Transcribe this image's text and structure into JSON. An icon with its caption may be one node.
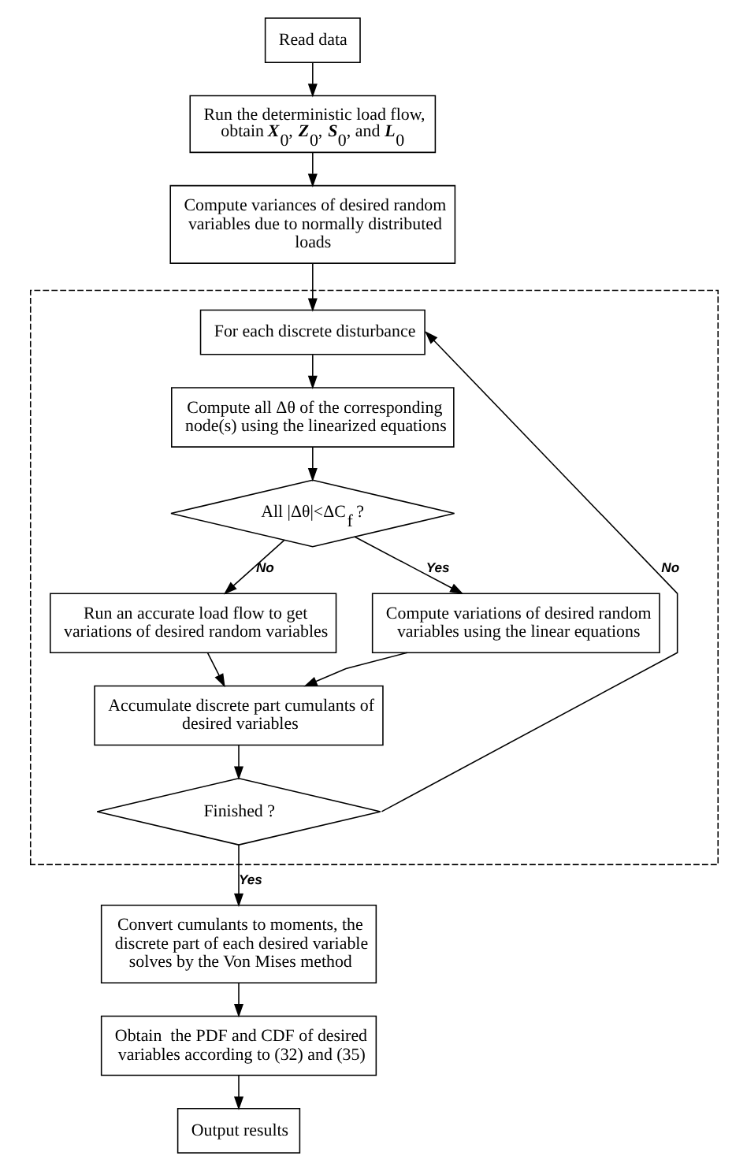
{
  "diagram": {
    "nodes": [
      {
        "text": [
          "Read data"
        ]
      },
      {
        "text": [
          "Run the deterministic load flow, obtain **X**$_{0}$, **Z**$_{0}$, **S**$_{0}$, and **L**$_{0}$"
        ]
      },
      {
        "text": [
          "Compute variances of desired random variables due to normally distributed loads"
        ]
      },
      {
        "text": [],
        "shape": "box"
      },
      {
        "text": [
          "For each discrete disturbance"
        ],
        "in": 3
      },
      {
        "text": [
          "Compute all Δθ of the corresponding node(s) using the linearized equations"
        ],
        "in": 3
      },
      {
        "text": [
          "All |Δθ|<ΔC$_{f}$ ?"
        ],
        "in": 3
      },
      {
        "text": [
          "Run an accurate load flow to get variations of desired random variables"
        ],
        "in": 3
      },
      {
        "text": [
          "Compute variations of desired random variables using the linear equations"
        ],
        "in": 3
      },
      {
        "text": [
          "Accumulate discrete part cumulants of desired variables"
        ],
        "in": 3
      },
      {
        "text": [
          "Finished ?"
        ],
        "in": 3
      },
      {
        "text": [
          "Convert cumulants to moments, the discrete part of each desired variable solves by the Von Mises method"
        ]
      },
      {
        "text": [
          "Obtain  the PDF and CDF of desired variables according to (32) and (35)"
        ]
      },
      {
        "text": [
          "Output results"
        ]
      }
    ],
    "edges": [
      {
        "from": 0,
        "to": 1,
        "arrow": "to"
      },
      {
        "from": 1,
        "to": 2,
        "arrow": "to"
      },
      {
        "from": 2,
        "to": 4,
        "arrow": "to"
      },
      {
        "from": 4,
        "to": 5,
        "arrow": "to"
      },
      {
        "from": 5,
        "to": 6,
        "arrow": "to"
      },
      {
        "from": 6,
        "to": 7,
        "arrow": "to",
        "label": "No"
      },
      {
        "from": 6,
        "to": 8,
        "arrow": "to",
        "label": "Yes"
      },
      {
        "from": 7,
        "to": 9,
        "arrow": "to"
      },
      {
        "from": 8,
        "to": 9,
        "arrow": "to"
      },
      {
        "from": 9,
        "to": 10,
        "arrow": "to"
      },
      {
        "from": 10,
        "to": 4,
        "arrow": "to",
        "label": "No"
      },
      {
        "from": 10,
        "to": 11,
        "arrow": "to",
        "label": "Yes"
      },
      {
        "from": 11,
        "to": 12,
        "arrow": "to"
      },
      {
        "from": 12,
        "to": 13,
        "arrow": "to"
      }
    ]
  }
}
